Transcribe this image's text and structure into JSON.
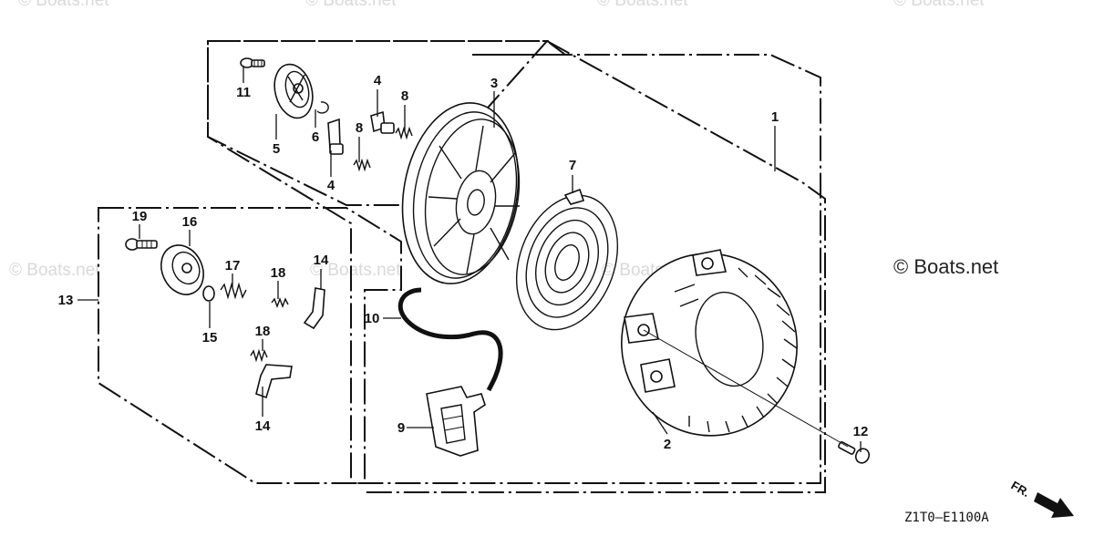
{
  "watermarks": [
    "© Boats.net",
    "© Boats.net",
    "© Boats.net",
    "© Boats.net",
    "© Boats.net",
    "© Boats.net",
    "© Boats.net"
  ],
  "copyright": "© Boats.net",
  "diagram_code": "Z1T0—E1100A",
  "direction_label": "FR.",
  "callouts": [
    "1",
    "2",
    "3",
    "4",
    "4",
    "5",
    "6",
    "7",
    "8",
    "8",
    "9",
    "10",
    "11",
    "12",
    "13",
    "14",
    "14",
    "15",
    "16",
    "17",
    "18",
    "18",
    "19"
  ]
}
